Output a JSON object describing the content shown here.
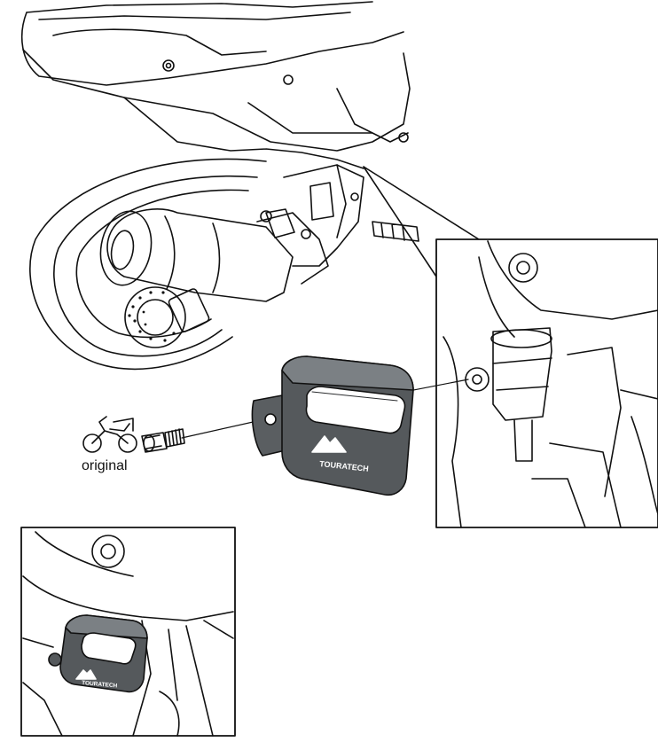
{
  "labels": {
    "original": "original",
    "brand_main": "TOURATECH",
    "brand_inset": "TOURATECH"
  },
  "colors": {
    "line": "#111111",
    "part_fill": "#55595c",
    "part_dark": "#3a3d40",
    "part_light": "#7b8084",
    "background": "#ffffff"
  },
  "icons": [
    "motorcycle-icon",
    "brand-logo-mark",
    "bolt-icon"
  ]
}
